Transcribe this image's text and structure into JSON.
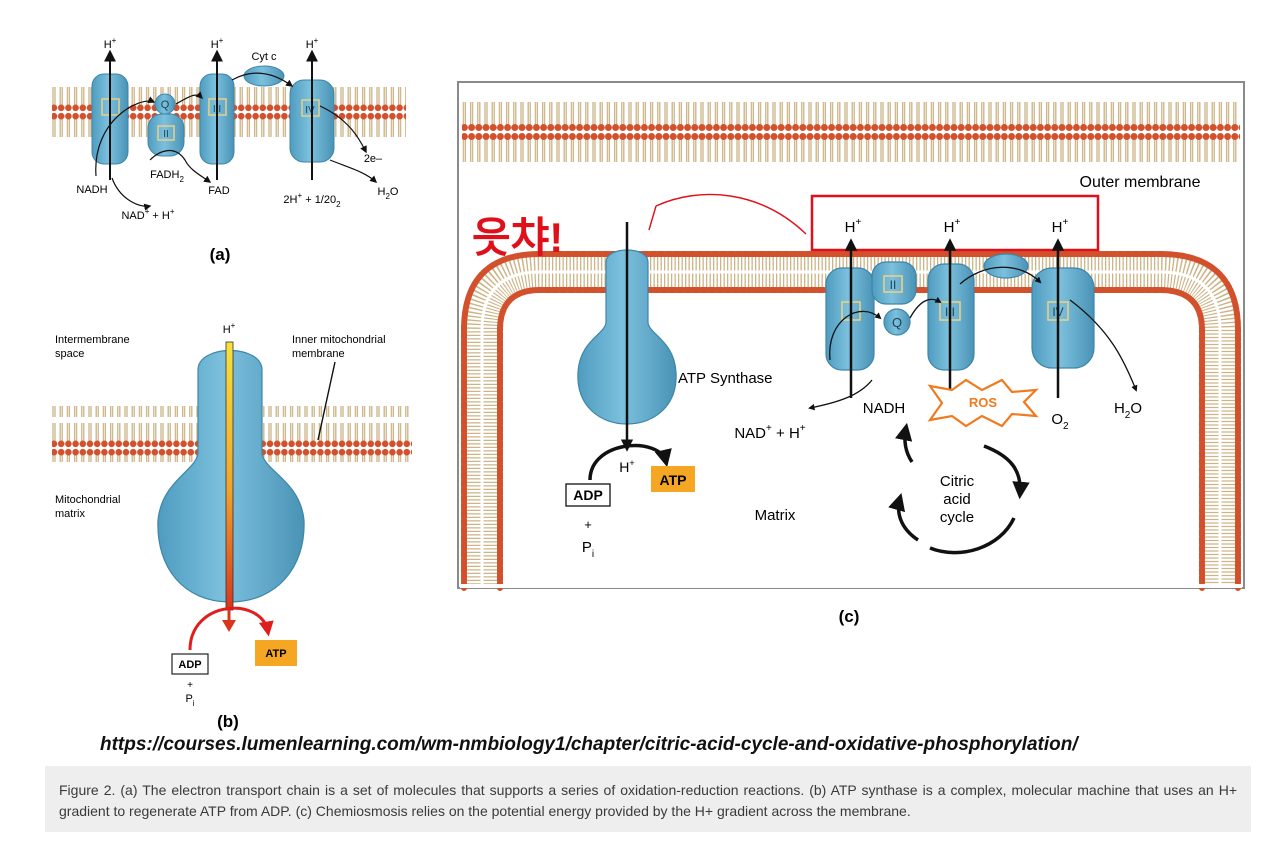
{
  "panel_a": {
    "label": "(a)",
    "h_plus": "H",
    "plus": "+",
    "complexes": [
      "I",
      "II",
      "III",
      "IV"
    ],
    "q": "Q",
    "cyt_c": "Cyt c",
    "nadh": "NADH",
    "nad_plus_h": "NAD",
    "nad_tail": " + H",
    "fadh2": "FADH",
    "fadh2_sub": "2",
    "fad": "FAD",
    "two_e": "2e–",
    "water_h": "H",
    "water_sub": "2",
    "water_o": "O",
    "oxygen_eq_a": "2H",
    "oxygen_eq_b": " + 1/20",
    "oxygen_eq_sub": "2"
  },
  "panel_b": {
    "label": "(b)",
    "h_plus": "H",
    "plus": "+",
    "intermembrane_1": "Intermembrane",
    "intermembrane_2": "space",
    "inner_1": "Inner mitochondrial",
    "inner_2": "membrane",
    "matrix_1": "Mitochondrial",
    "matrix_2": "matrix",
    "adp": "ADP",
    "atp": "ATP",
    "plus_sign": "+",
    "pi": "P",
    "pi_sub": "i"
  },
  "panel_c": {
    "label": "(c)",
    "outer_membrane": "Outer membrane",
    "annotation": "읏챠!",
    "atp_synthase": "ATP Synthase",
    "h_plus": "H",
    "plus": "+",
    "complexes": [
      "I",
      "II",
      "III",
      "IV"
    ],
    "q": "Q",
    "ros": "ROS",
    "nadh": "NADH",
    "nad": "NAD",
    "nad_tail": " + H",
    "o2": "O",
    "o2_sub": "2",
    "h2o_h": "H",
    "h2o_sub": "2",
    "h2o_o": "O",
    "adp": "ADP",
    "atp": "ATP",
    "plus_sign": "+",
    "pi": "P",
    "pi_sub": "i",
    "matrix": "Matrix",
    "cycle_1": "Citric",
    "cycle_2": "acid",
    "cycle_3": "cycle"
  },
  "source_url": "https://courses.lumenlearning.com/wm-nmbiology1/chapter/citric-acid-cycle-and-oxidative-phosphorylation/",
  "caption": "Figure 2. (a) The electron transport chain is a set of molecules that supports a series of oxidation-reduction reactions. (b) ATP synthase is a complex, molecular machine that uses an H+ gradient to regenerate ATP from ADP. (c) Chemiosmosis relies on the potential energy provided by the H+ gradient across the membrane.",
  "colors": {
    "protein": "#6bb2d2",
    "protein_stroke": "#3d86a8",
    "lipid_head": "#d2502c",
    "lipid_tail": "#cdb487",
    "atp_box": "#f5a623",
    "ros": "#f07a1e",
    "red_note": "#e0101a"
  }
}
